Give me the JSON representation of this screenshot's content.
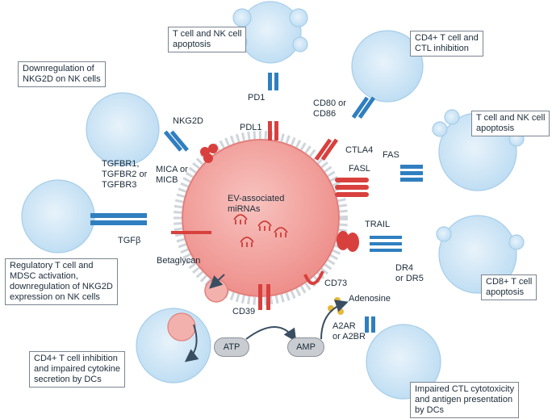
{
  "boxes": {
    "apoptosis_top": "T cell and NK cell\napoptosis",
    "cd4_ctl_inhibition": "CD4+ T cell and\nCTL inhibition",
    "nkg2d_downregulation": "Downregulation of\nNKG2D on NK cells",
    "apoptosis_right": "T cell and NK cell\napoptosis",
    "regulatory": "Regulatory T cell and\nMDSC activation,\ndownregulation of NKG2D\nexpression on NK cells",
    "cd8_apoptosis": "CD8+ T cell\napoptosis",
    "cd4_inhibition_dc": "CD4+ T cell inhibition\nand impaired cytokine\nsecretion by DCs",
    "impaired_ctl": "Impaired CTL cytotoxicity\nand antigen presentation\nby DCs"
  },
  "labels": {
    "pd1": "PD1",
    "pdl1": "PDL1",
    "cd80_cd86": "CD80 or\nCD86",
    "ctla4": "CTLA4",
    "nkg2d": "NKG2D",
    "mica_micb": "MICA or\nMICB",
    "fas": "FAS",
    "fasl": "FASL",
    "tgfbr": "TGFBR1,\nTGFBR2 or\nTGFBR3",
    "tgfb": "TGFβ",
    "betaglycan": "Betaglycan",
    "trail": "TRAIL",
    "dr4_dr5": "DR4\nor DR5",
    "ev_mirnas": "EV-associated\nmiRNAs",
    "cd73": "CD73",
    "adenosine": "Adenosine",
    "cd39": "CD39",
    "a2ar_a2br": "A2AR\nor A2BR",
    "atp": "ATP",
    "amp": "AMP"
  },
  "colors": {
    "cell_fill": "#dcecf8",
    "cell_stroke": "#9fc6e6",
    "receptor": "#2f7fc0",
    "ev_fill": "#f2a09d",
    "ev_stroke": "#e88a86",
    "ligand": "#d8403e"
  }
}
